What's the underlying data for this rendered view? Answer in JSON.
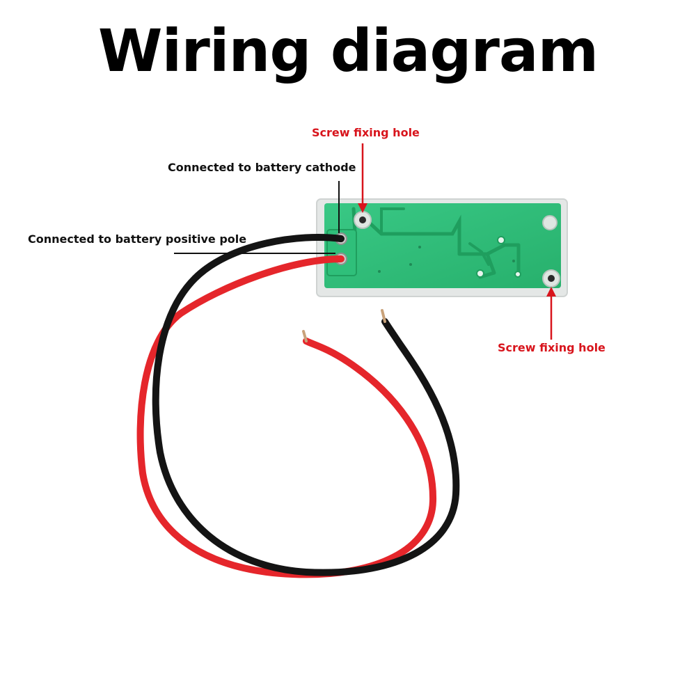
{
  "title": "Wiring diagram",
  "labels": {
    "screw_hole_top": "Screw fixing hole",
    "battery_cathode": "Connected to battery cathode",
    "battery_positive": "Connected to battery positive pole",
    "screw_hole_right": "Screw fixing hole"
  },
  "colors": {
    "pcb_green": "#2fbf7a",
    "wire_red": "#e5262b",
    "wire_black": "#141414",
    "label_red": "#d8141c",
    "label_black": "#111111"
  }
}
